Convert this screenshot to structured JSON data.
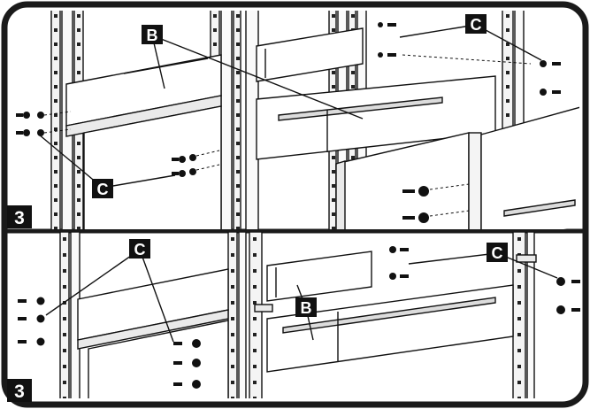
{
  "panels": [
    {
      "step_number": "3",
      "callouts": {
        "bracket": "B",
        "screws_right": "C",
        "screws_left": "C"
      }
    },
    {
      "step_number": "3",
      "callouts": {
        "screws_left": "C",
        "bracket": "B",
        "screws_right": "C"
      }
    }
  ],
  "colors": {
    "ink": "#111111",
    "frame": "#1a1a1a",
    "paper": "#ffffff",
    "rail": "#f4f4f4"
  }
}
